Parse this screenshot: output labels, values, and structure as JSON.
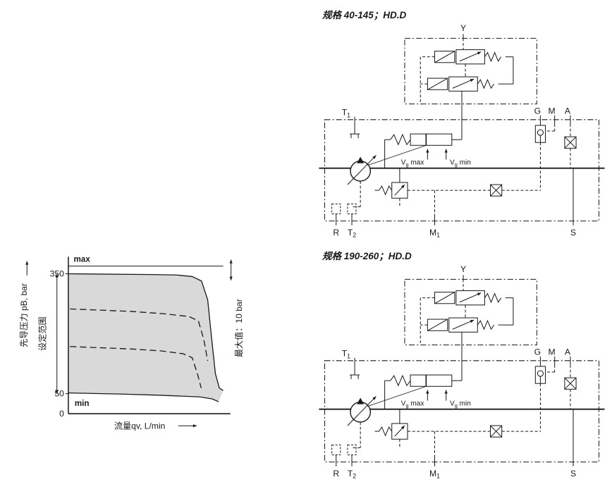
{
  "page": {
    "background": "#ffffff"
  },
  "diagrams": [
    {
      "title": "规格 40-145；HD.D",
      "ports": {
        "y": "Y",
        "t1": "T1",
        "g": "G",
        "m": "M",
        "a": "A",
        "r": "R",
        "t2": "T2",
        "m1": "M1",
        "s": "S"
      },
      "labels": {
        "vg_max": "Vg max",
        "vg_min": "Vg min"
      }
    },
    {
      "title": "规格 190-260；HD.D",
      "ports": {
        "y": "Y",
        "t1": "T1",
        "g": "G",
        "m": "M",
        "a": "A",
        "r": "R",
        "t2": "T2",
        "m1": "M1",
        "s": "S"
      },
      "labels": {
        "vg_max": "Vg max",
        "vg_min": "Vg min"
      }
    }
  ],
  "chart": {
    "ylabel": "先导压力 pB, bar",
    "range_label": "设定范围",
    "xlabel": "流量qv, L/min",
    "right_annotation": "最大值：10 bar",
    "tick_max": "350",
    "tick_min": "50",
    "tick_zero": "0",
    "label_max": "max",
    "label_min": "min"
  },
  "chart_data": {
    "type": "area",
    "title": "",
    "xlabel": "流量qv, L/min",
    "ylabel": "先导压力 pB, bar",
    "ylim": [
      0,
      380
    ],
    "yticks": [
      0,
      50,
      350
    ],
    "xticks": [],
    "grid": false,
    "legend": false,
    "setting_range_bar": [
      50,
      350
    ],
    "max_deviation_bar": 10,
    "fill_between": [
      "max",
      "min"
    ],
    "fill_color": "#d9d9d9",
    "series": [
      {
        "name": "max",
        "style": "solid",
        "points": [
          [
            0,
            350
          ],
          [
            0.55,
            348
          ],
          [
            0.7,
            347
          ],
          [
            0.8,
            343
          ],
          [
            0.86,
            332
          ],
          [
            0.9,
            285
          ],
          [
            0.925,
            190
          ],
          [
            0.95,
            100
          ],
          [
            0.975,
            64
          ],
          [
            1,
            58
          ]
        ]
      },
      {
        "name": "mid-upper",
        "style": "dashed",
        "points": [
          [
            0.01,
            262
          ],
          [
            0.4,
            256
          ],
          [
            0.62,
            250
          ],
          [
            0.78,
            243
          ],
          [
            0.84,
            232
          ],
          [
            0.875,
            185
          ],
          [
            0.9,
            132
          ]
        ]
      },
      {
        "name": "mid-lower",
        "style": "dashed",
        "points": [
          [
            0.01,
            168
          ],
          [
            0.4,
            162
          ],
          [
            0.6,
            157
          ],
          [
            0.74,
            150
          ],
          [
            0.8,
            140
          ],
          [
            0.835,
            98
          ],
          [
            0.858,
            64
          ]
        ]
      },
      {
        "name": "min",
        "style": "solid",
        "points": [
          [
            0,
            52
          ],
          [
            0.35,
            49
          ],
          [
            0.6,
            46
          ],
          [
            0.85,
            42
          ],
          [
            0.93,
            37
          ],
          [
            0.97,
            30
          ]
        ]
      }
    ]
  },
  "colors": {
    "line": "#1a1a1a",
    "fill": "#d9d9d9",
    "background": "#ffffff"
  }
}
